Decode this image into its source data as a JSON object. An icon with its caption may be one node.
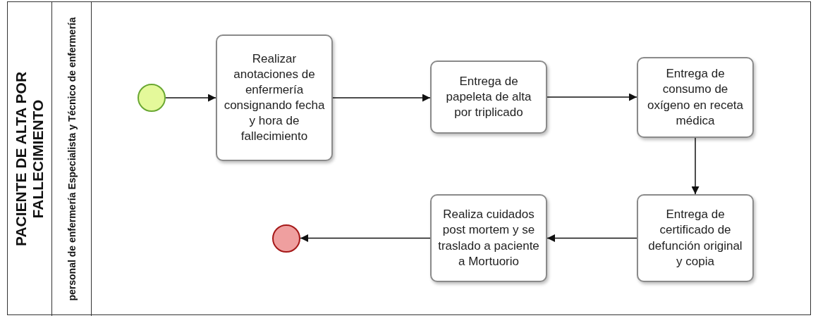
{
  "diagram": {
    "nodes": [
      {
        "text": [
          "PACIENTE DE ALTA POR FALLECIMIENTO"
        ]
      },
      {
        "text": [
          "personal de enfermería Especialista y Técnico de enfermería"
        ],
        "in": 0
      },
      {
        "text": [],
        "shape": "circle",
        "in": 1
      },
      {
        "text": [
          "Realizar anotaciones de enfermería consignando fecha y hora de fallecimiento"
        ],
        "in": 1
      },
      {
        "text": [
          "Entrega de papeleta de alta por triplicado"
        ],
        "in": 1
      },
      {
        "text": [
          "Entrega de consumo de oxígeno en receta médica"
        ],
        "in": 1
      },
      {
        "text": [
          "Entrega de certificado de defunción original y copia"
        ],
        "in": 1
      },
      {
        "text": [
          "Realiza cuidados post mortem y se traslado a paciente a Mortuorio"
        ],
        "in": 1
      },
      {
        "text": [],
        "shape": "circle",
        "in": 1
      }
    ],
    "edges": [
      {
        "from": 2,
        "to": 3,
        "arrow": "to"
      },
      {
        "from": 3,
        "to": 4,
        "arrow": "to"
      },
      {
        "from": 4,
        "to": 5,
        "arrow": "to"
      },
      {
        "from": 5,
        "to": 6,
        "arrow": "to"
      },
      {
        "from": 6,
        "to": 7,
        "arrow": "to"
      },
      {
        "from": 7,
        "to": 8,
        "arrow": "to"
      }
    ]
  }
}
